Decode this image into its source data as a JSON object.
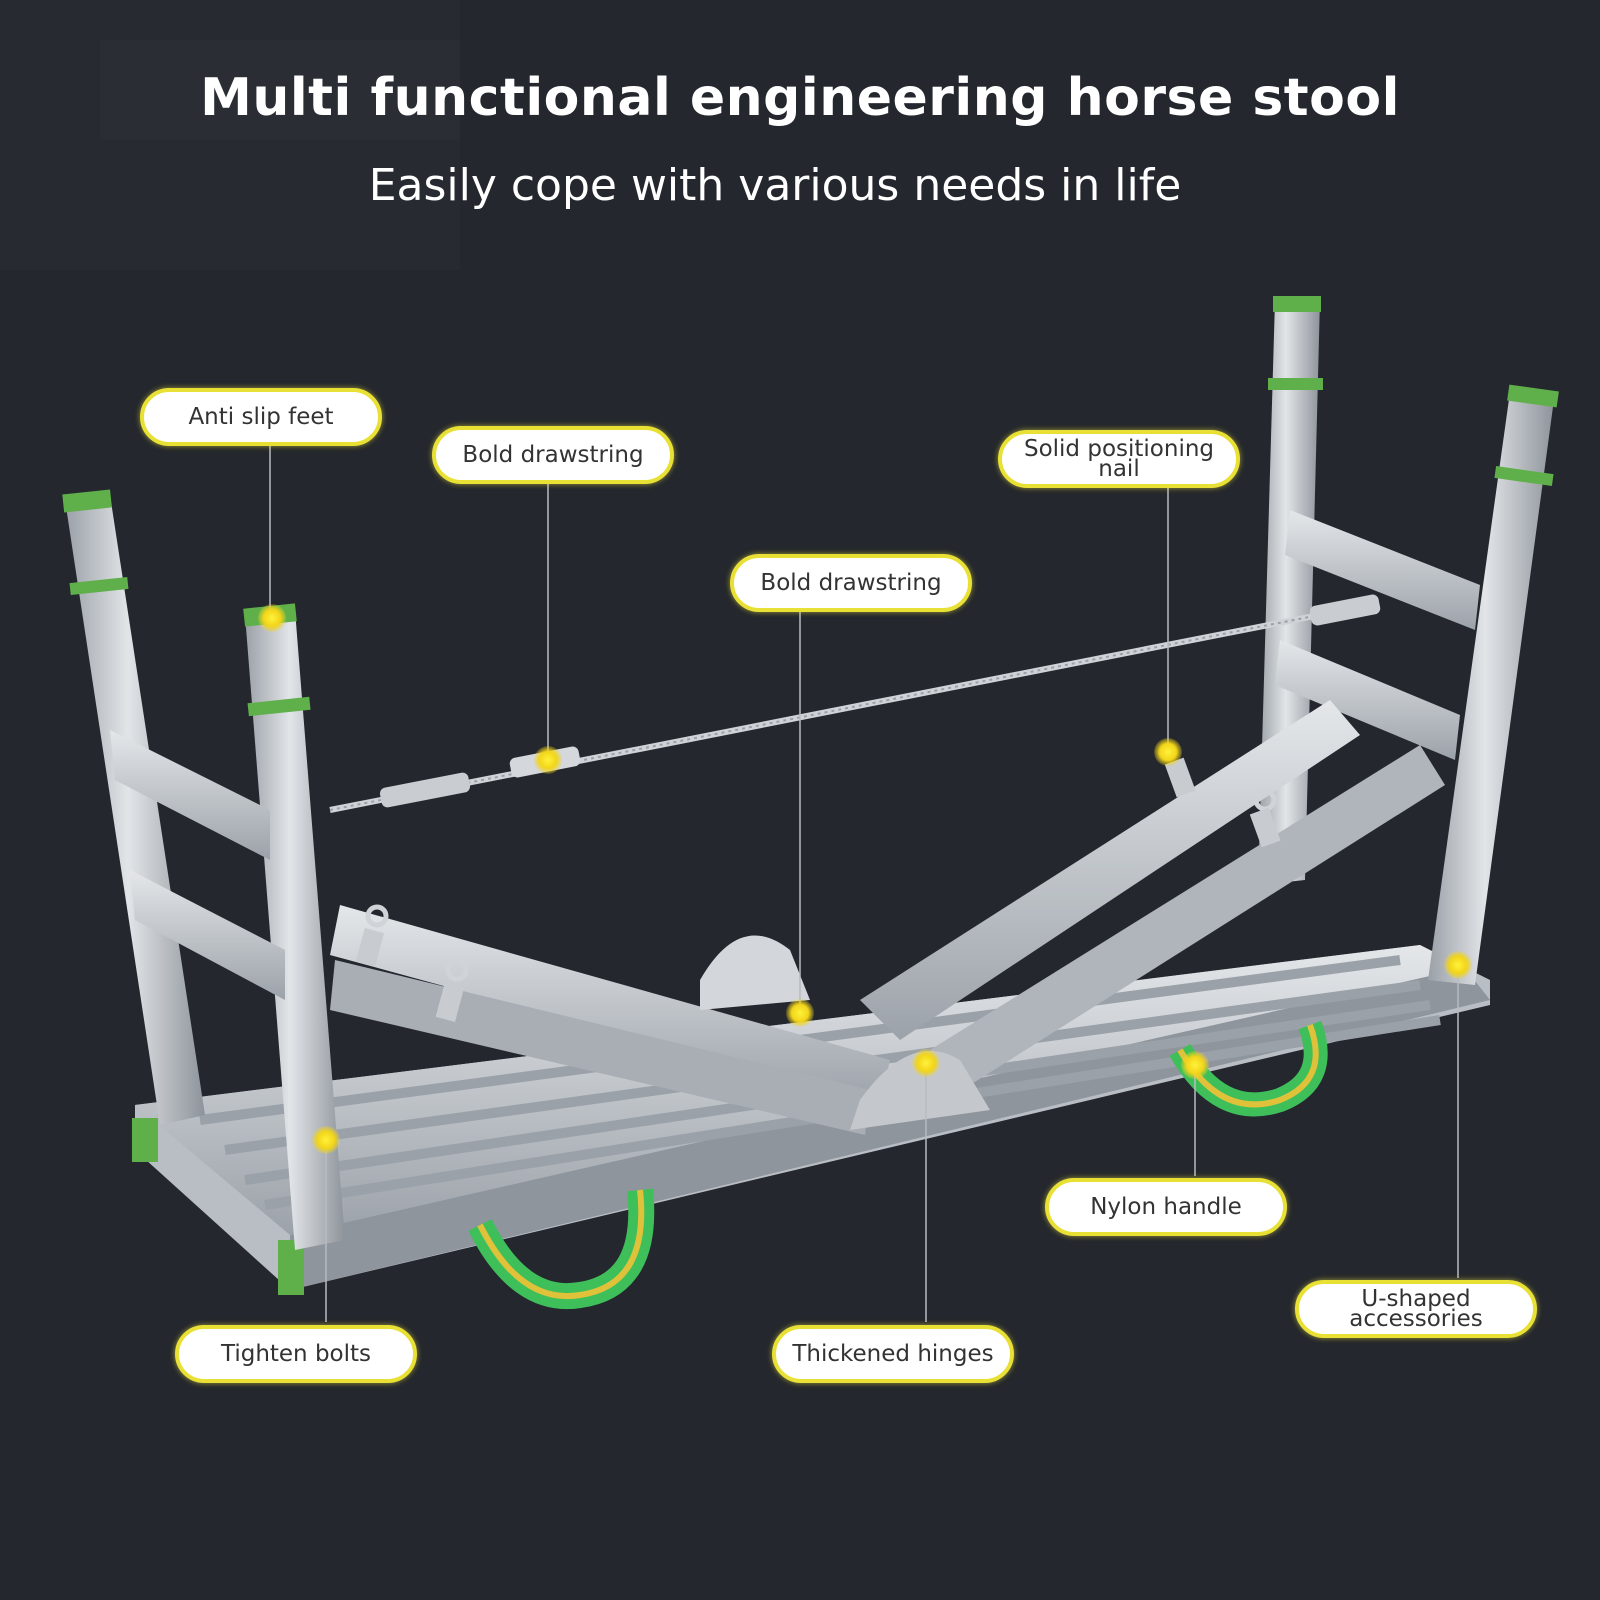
{
  "header": {
    "title": "Multi functional engineering horse stool",
    "subtitle": "Easily cope with various needs in life"
  },
  "callouts": {
    "anti_slip_feet": "Anti slip feet",
    "bold_drawstring_left": "Bold drawstring",
    "bold_drawstring_center": "Bold drawstring",
    "solid_positioning_nail_line1": "Solid positioning",
    "solid_positioning_nail_line2": "nail",
    "tighten_bolts": "Tighten bolts",
    "thickened_hinges": "Thickened hinges",
    "nylon_handle": "Nylon handle",
    "u_shaped_line1": "U-shaped",
    "u_shaped_line2": "accessories"
  },
  "colors": {
    "background": "#24272d",
    "callout_border": "#e8e035",
    "marker": "#f2e21a",
    "metal": "#c7cbd0",
    "green_cap": "#5fb04a",
    "strap_green": "#3fbf5a",
    "strap_yellow": "#e0c23a"
  }
}
